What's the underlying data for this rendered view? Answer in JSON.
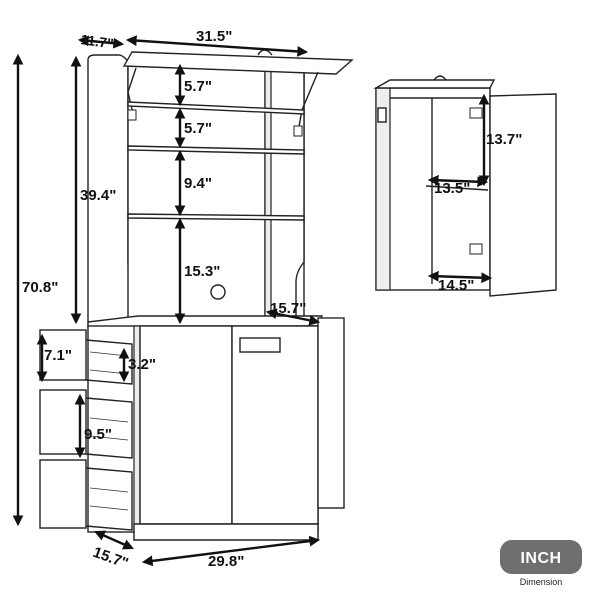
{
  "labels": {
    "top_depth": "11.7\"",
    "top_width": "31.5\"",
    "total_height": "70.8\"",
    "hutch_height": "39.4\"",
    "shelf_gap_1": "5.7\"",
    "shelf_gap_2": "5.7\"",
    "shelf_gap_3": "9.4\"",
    "hutch_bottom": "15.3\"",
    "counter_depth": "15.7\"",
    "drawer_height_1": "7.1\"",
    "drawer_inner_1": "3.2\"",
    "drawer_height_2": "9.5\"",
    "base_depth": "15.7\"",
    "base_width": "29.8\"",
    "cab_upper_height": "13.7\"",
    "cab_inner_width": "13.5\"",
    "cab_outer_width": "14.5\""
  },
  "badge": {
    "unit": "INCH",
    "caption": "Dimension"
  },
  "colors": {
    "badge_bg": "#6f6f6f",
    "line": "#222222"
  }
}
